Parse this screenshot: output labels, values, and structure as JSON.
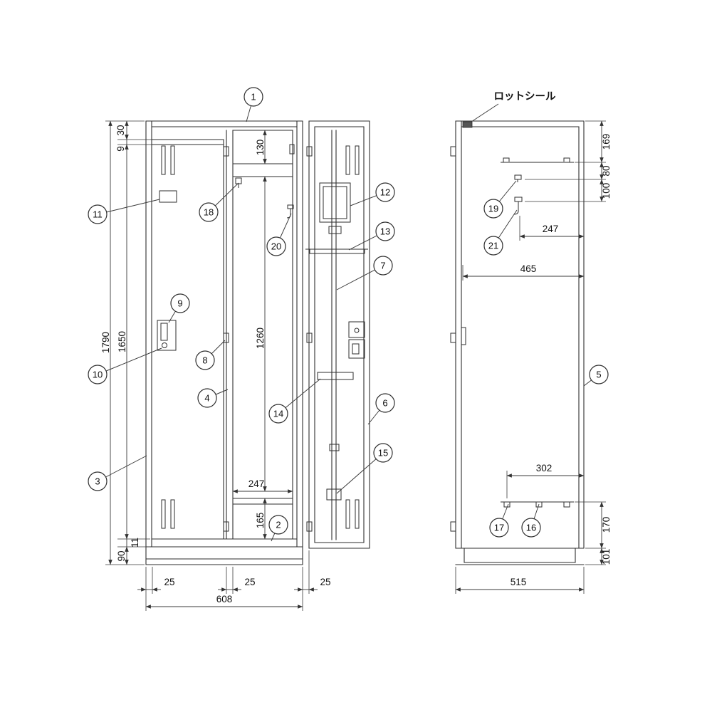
{
  "drawing": {
    "title": "locker-dimension-drawing",
    "lot_seal_label": "ロットシール",
    "callouts": [
      "1",
      "2",
      "3",
      "4",
      "5",
      "6",
      "7",
      "8",
      "9",
      "10",
      "11",
      "12",
      "13",
      "14",
      "15",
      "16",
      "17",
      "18",
      "19",
      "20",
      "21"
    ],
    "front_dims": {
      "top_frame": "30",
      "top_gap": "9",
      "overall_height": "1790",
      "door_height": "1650",
      "bottom_gap": "11",
      "base_height": "90",
      "shelf_space": "130",
      "hanging_space": "1260",
      "compartment_width": "247",
      "bottom_space": "165",
      "frame_left": "25",
      "frame_mid": "25",
      "frame_right": "25",
      "overall_width": "608"
    },
    "side_dims": {
      "top_to_rail": "169",
      "rail_to_hook": "80",
      "hook_drop": "100",
      "hook_to_back": "247",
      "rail_span": "465",
      "bottom_rail_span": "302",
      "rail_to_bottom": "170",
      "base": "101",
      "overall_depth": "515"
    }
  }
}
